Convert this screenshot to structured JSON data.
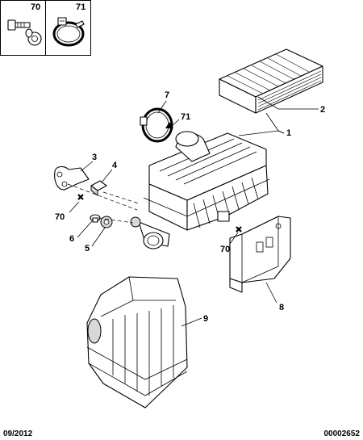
{
  "legend": {
    "items": [
      {
        "ref": "70",
        "icon": "bolt-with-washer-icon"
      },
      {
        "ref": "71",
        "icon": "hose-clamp-icon"
      }
    ]
  },
  "callouts": {
    "air_filter_housing": "1",
    "filter_element": "2",
    "bracket": "3",
    "clip": "4",
    "grommet": "5",
    "rivet": "6",
    "clamp_ring": "7",
    "mounting_bracket": "8",
    "lower_housing": "9",
    "screw_ref_a": "70",
    "screw_ref_b": "70",
    "clamp_ref": "71"
  },
  "footer": {
    "date": "09/2012",
    "code": "00002652"
  }
}
